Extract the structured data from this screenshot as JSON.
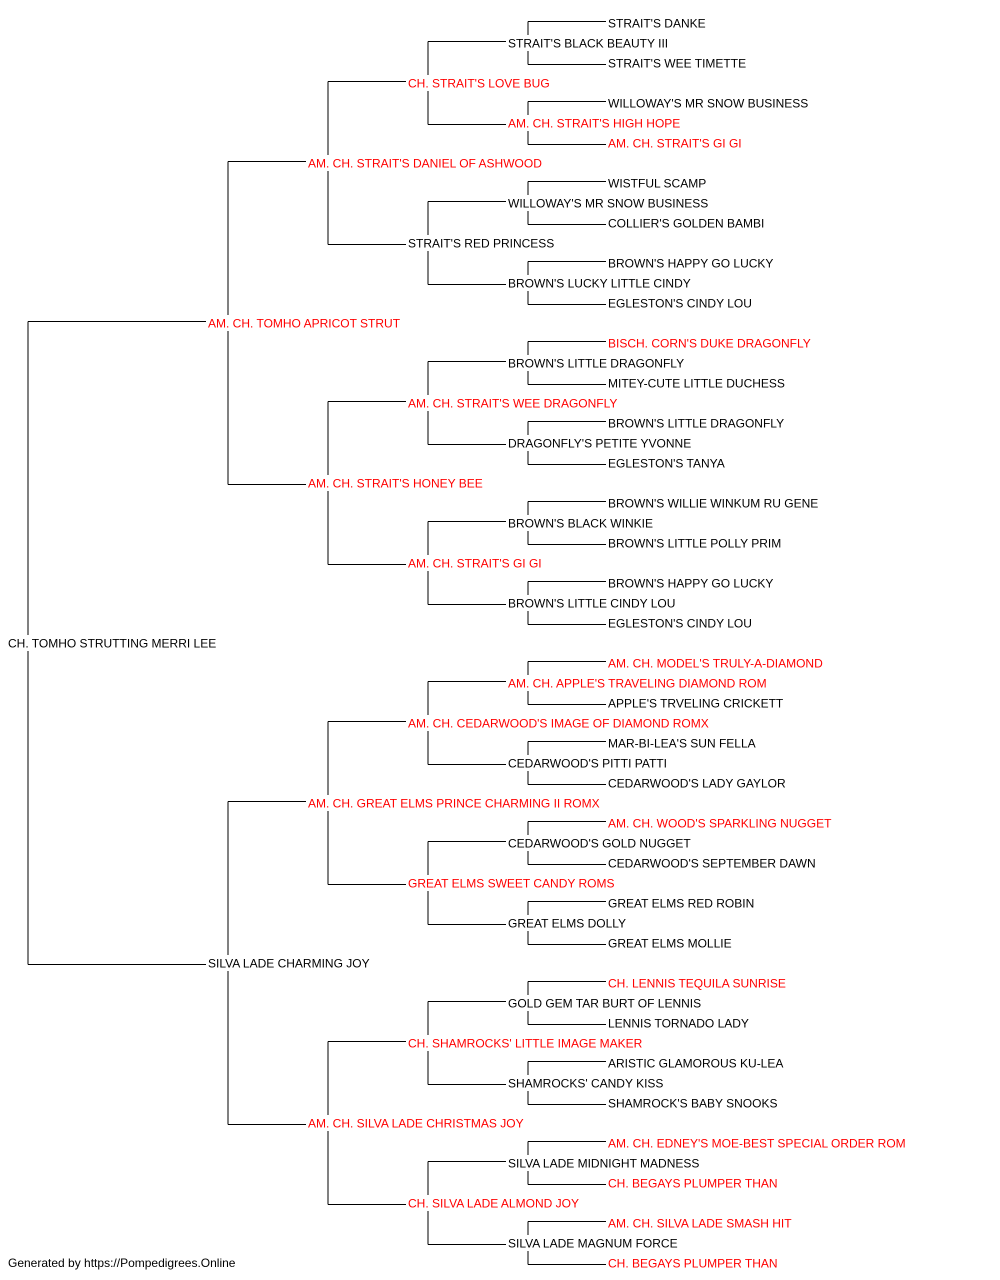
{
  "colors": {
    "champion": "#ff0000",
    "normal": "#000000",
    "line": "#000000"
  },
  "subject": {
    "name": "CH. TOMHO STRUTTING MERRI LEE",
    "champion": false
  },
  "sire": {
    "name": "AM. CH. TOMHO APRICOT STRUT",
    "champion": true
  },
  "dam": {
    "name": "SILVA LADE CHARMING JOY",
    "champion": false
  },
  "grandparents": [
    {
      "name": "AM. CH. STRAIT'S DANIEL OF ASHWOOD",
      "champion": true
    },
    {
      "name": "AM. CH. STRAIT'S HONEY BEE",
      "champion": true
    },
    {
      "name": "AM. CH. GREAT ELMS PRINCE CHARMING II ROMX",
      "champion": true
    },
    {
      "name": "AM. CH. SILVA LADE CHRISTMAS JOY",
      "champion": true
    }
  ],
  "great_grandparents": [
    {
      "name": "CH. STRAIT'S LOVE BUG",
      "champion": true
    },
    {
      "name": "STRAIT'S RED PRINCESS",
      "champion": false
    },
    {
      "name": "AM. CH. STRAIT'S WEE DRAGONFLY",
      "champion": true
    },
    {
      "name": "AM. CH. STRAIT'S GI GI",
      "champion": true
    },
    {
      "name": "AM. CH. CEDARWOOD'S IMAGE OF DIAMOND ROMX",
      "champion": true
    },
    {
      "name": "GREAT ELMS SWEET CANDY ROMS",
      "champion": true
    },
    {
      "name": "CH. SHAMROCKS' LITTLE IMAGE MAKER",
      "champion": true
    },
    {
      "name": "CH. SILVA LADE ALMOND JOY",
      "champion": true
    }
  ],
  "gen4": [
    {
      "name": "STRAIT'S BLACK BEAUTY III",
      "champion": false
    },
    {
      "name": "AM. CH. STRAIT'S HIGH HOPE",
      "champion": true
    },
    {
      "name": "WILLOWAY'S MR SNOW BUSINESS",
      "champion": false
    },
    {
      "name": "BROWN'S LUCKY LITTLE CINDY",
      "champion": false
    },
    {
      "name": "BROWN'S LITTLE DRAGONFLY",
      "champion": false
    },
    {
      "name": "DRAGONFLY'S PETITE YVONNE",
      "champion": false
    },
    {
      "name": "BROWN'S BLACK WINKIE",
      "champion": false
    },
    {
      "name": "BROWN'S LITTLE CINDY LOU",
      "champion": false
    },
    {
      "name": "AM. CH. APPLE'S TRAVELING DIAMOND ROM",
      "champion": true
    },
    {
      "name": "CEDARWOOD'S PITTI PATTI",
      "champion": false
    },
    {
      "name": "CEDARWOOD'S GOLD NUGGET",
      "champion": false
    },
    {
      "name": "GREAT ELMS DOLLY",
      "champion": false
    },
    {
      "name": "GOLD GEM TAR BURT OF LENNIS",
      "champion": false
    },
    {
      "name": "SHAMROCKS' CANDY KISS",
      "champion": false
    },
    {
      "name": "SILVA LADE MIDNIGHT MADNESS",
      "champion": false
    },
    {
      "name": "SILVA LADE MAGNUM FORCE",
      "champion": false
    }
  ],
  "gen5": [
    {
      "name": "STRAIT'S DANKE",
      "champion": false
    },
    {
      "name": "STRAIT'S WEE TIMETTE",
      "champion": false
    },
    {
      "name": "WILLOWAY'S MR SNOW BUSINESS",
      "champion": false
    },
    {
      "name": "AM. CH. STRAIT'S GI GI",
      "champion": true
    },
    {
      "name": "WISTFUL SCAMP",
      "champion": false
    },
    {
      "name": "COLLIER'S GOLDEN BAMBI",
      "champion": false
    },
    {
      "name": "BROWN'S HAPPY GO LUCKY",
      "champion": false
    },
    {
      "name": "EGLESTON'S CINDY LOU",
      "champion": false
    },
    {
      "name": "BISCH. CORN'S DUKE DRAGONFLY",
      "champion": true
    },
    {
      "name": "MITEY-CUTE LITTLE DUCHESS",
      "champion": false
    },
    {
      "name": "BROWN'S LITTLE DRAGONFLY",
      "champion": false
    },
    {
      "name": "EGLESTON'S TANYA",
      "champion": false
    },
    {
      "name": "BROWN'S WILLIE WINKUM RU GENE",
      "champion": false
    },
    {
      "name": "BROWN'S LITTLE POLLY PRIM",
      "champion": false
    },
    {
      "name": "BROWN'S HAPPY GO LUCKY",
      "champion": false
    },
    {
      "name": "EGLESTON'S CINDY LOU",
      "champion": false
    },
    {
      "name": "AM. CH. MODEL'S TRULY-A-DIAMOND",
      "champion": true
    },
    {
      "name": "APPLE'S TRVELING CRICKETT",
      "champion": false
    },
    {
      "name": "MAR-BI-LEA'S SUN FELLA",
      "champion": false
    },
    {
      "name": "CEDARWOOD'S LADY GAYLOR",
      "champion": false
    },
    {
      "name": "AM. CH. WOOD'S SPARKLING NUGGET",
      "champion": true
    },
    {
      "name": "CEDARWOOD'S SEPTEMBER DAWN",
      "champion": false
    },
    {
      "name": "GREAT ELMS RED ROBIN",
      "champion": false
    },
    {
      "name": "GREAT ELMS MOLLIE",
      "champion": false
    },
    {
      "name": "CH. LENNIS TEQUILA SUNRISE",
      "champion": true
    },
    {
      "name": "LENNIS TORNADO LADY",
      "champion": false
    },
    {
      "name": "ARISTIC GLAMOROUS KU-LEA",
      "champion": false
    },
    {
      "name": "SHAMROCK'S BABY SNOOKS",
      "champion": false
    },
    {
      "name": "AM. CH. EDNEY'S MOE-BEST SPECIAL ORDER ROM",
      "champion": true
    },
    {
      "name": "CH. BEGAYS PLUMPER THAN",
      "champion": true
    },
    {
      "name": "AM. CH. SILVA LADE SMASH HIT",
      "champion": true
    },
    {
      "name": "CH. BEGAYS PLUMPER THAN",
      "champion": true
    }
  ],
  "footer": "Generated by https://Pompedigrees.Online"
}
